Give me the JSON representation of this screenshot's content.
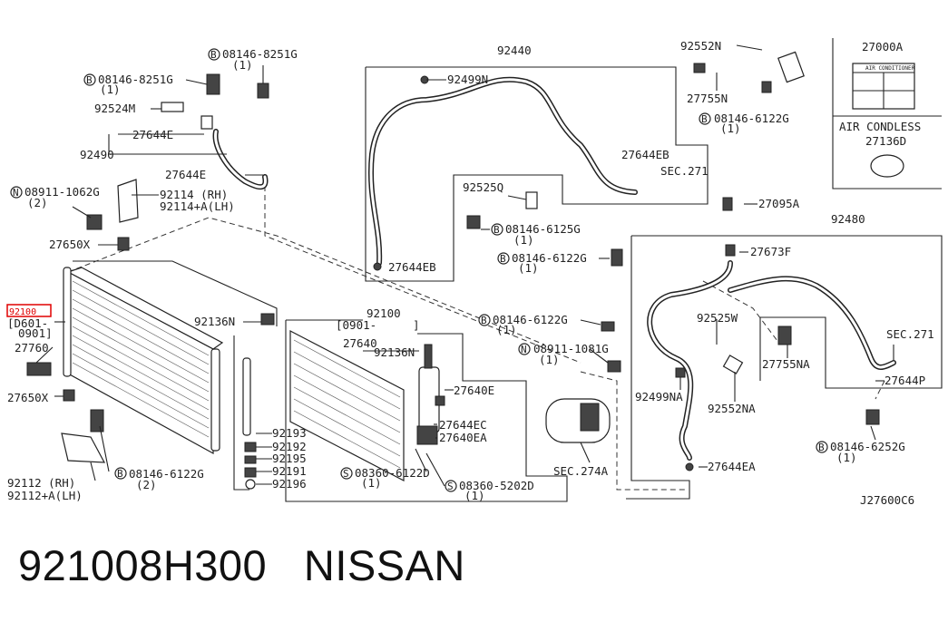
{
  "diagram": {
    "code": "J27600C6",
    "highlighted_ref": "92100",
    "callouts": {
      "c_92100_main": "92100",
      "c_d601": "[D601-",
      "c_0901a": "0901]",
      "c_27760": "27760",
      "c_27650x_a": "27650X",
      "c_27650x_b": "27650X",
      "c_92112": "92112  (RH)",
      "c_92112a": "92112+A(LH)",
      "c_b08146_6122g_a": "08146-6122G",
      "c_2a": "(2)",
      "c_n08911_1062g": "08911-1062G",
      "c_2b": "(2)",
      "c_92114": "92114  (RH)",
      "c_92114a": "92114+A(LH)",
      "c_92490": "92490",
      "c_27644e_a": "27644E",
      "c_27644e_b": "27644E",
      "c_92524m": "92524M",
      "c_b08146_8251g_a": "08146-8251G",
      "c_1a": "(1)",
      "c_b08146_8251g_b": "08146-8251G",
      "c_1b": "(1)",
      "c_92136n_a": "92136N",
      "c_92100_b": "92100",
      "c_0901b": "[0901-",
      "c_bracket_end": "]",
      "c_27640": "27640",
      "c_92136n_b": "92136N",
      "c_27640e": "27640E",
      "c_27644ec": "27644EC",
      "c_27640ea": "27640EA",
      "c_s08360_6122d": "08360-6122D",
      "c_1c": "(1)",
      "c_s08360_5202d": "08360-5202D",
      "c_1d": "(1)",
      "c_92193": "92193",
      "c_92192": "92192",
      "c_92195": "92195",
      "c_92191": "92191",
      "c_92196": "92196",
      "c_92440": "92440",
      "c_92499n": "92499N",
      "c_27644eb_a": "27644EB",
      "c_sec271_a": "SEC.271",
      "c_92525q": "92525Q",
      "c_b08146_6125g": "08146-6125G",
      "c_1e": "(1)",
      "c_27644eb_b": "27644EB",
      "c_92552n": "92552N",
      "c_27755n": "27755N",
      "c_b08146_6122g_b": "08146-6122G",
      "c_1f": "(1)",
      "c_27000a": "27000A",
      "c_label_text": "AIR CONDITIONER",
      "c_air_condless": "AIR CONDLESS",
      "c_27136d": "27136D",
      "c_27095a": "27095A",
      "c_92480": "92480",
      "c_b08146_6122g_c": "08146-6122G",
      "c_1g": "(1)",
      "c_27673f": "27673F",
      "c_b08146_6122g_d": "08146-6122G",
      "c_1h": "(1)",
      "c_92525w": "92525W",
      "c_n08911_1081g": "08911-1081G",
      "c_1i": "(1)",
      "c_27755na": "27755NA",
      "c_sec271_b": "SEC.271",
      "c_27644p": "27644P",
      "c_92499na": "92499NA",
      "c_92552na": "92552NA",
      "c_sec274a": "SEC.274A",
      "c_27644ea": "27644EA",
      "c_b08146_6252g": "08146-6252G",
      "c_1j": "(1)"
    },
    "prefix_marks": {
      "b": "B",
      "n": "N",
      "s": "S"
    }
  },
  "caption": {
    "part_number": "921008H300",
    "brand": "NISSAN"
  }
}
